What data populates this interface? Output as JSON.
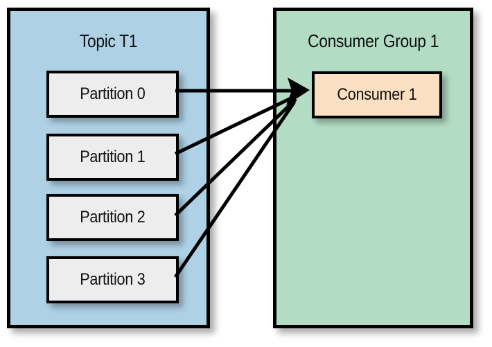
{
  "diagram": {
    "title_topic": "Topic T1",
    "title_consumer_group": "Consumer Group 1",
    "partitions": [
      {
        "label": "Partition 0"
      },
      {
        "label": "Partition 1"
      },
      {
        "label": "Partition 2"
      },
      {
        "label": "Partition 3"
      }
    ],
    "consumers": [
      {
        "label": "Consumer 1"
      }
    ],
    "colors": {
      "topic_fill": "#aed1e6",
      "consumer_group_fill": "#b3dcc4",
      "partition_fill": "#ededed",
      "consumer_fill": "#fae0c0",
      "stroke": "#000000",
      "background": "#ffffff"
    },
    "connections": [
      {
        "from": "Partition 0",
        "to": "Consumer 1"
      },
      {
        "from": "Partition 1",
        "to": "Consumer 1"
      },
      {
        "from": "Partition 2",
        "to": "Consumer 1"
      },
      {
        "from": "Partition 3",
        "to": "Consumer 1"
      }
    ]
  }
}
